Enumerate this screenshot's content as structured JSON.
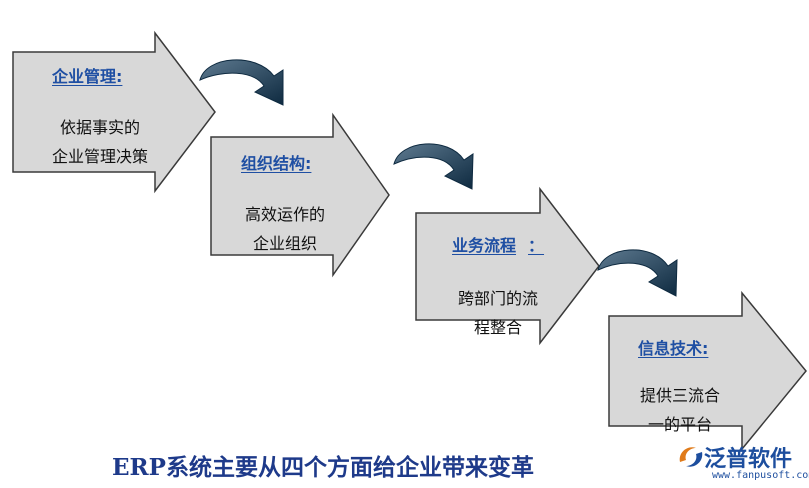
{
  "steps": [
    {
      "title": "企业管理",
      "colon": ":",
      "desc_line1": "依据事实的",
      "desc_line2": "企业管理决策"
    },
    {
      "title": "组织结构",
      "colon": ":",
      "desc_line1": "高效运作的",
      "desc_line2": "企业组织"
    },
    {
      "title": "业务流程",
      "colon": "：",
      "desc_line1": "跨部门的流",
      "desc_line2": "程整合"
    },
    {
      "title": "信息技术",
      "colon": ":",
      "desc_line1": "提供三流合",
      "desc_line2": "一的平台"
    }
  ],
  "caption": "ERP系统主要从四个方面给企业带来变革",
  "logo": {
    "name": "泛普软件",
    "url": "www.fanpusoft.com",
    "icon": "swirl-logo-icon"
  },
  "colors": {
    "arrow_fill": "#d8d8d8",
    "arrow_stroke": "#3a3a3a",
    "title": "#1f4fa3",
    "curve": "#1e3a5a",
    "caption": "#1e3a8a"
  }
}
